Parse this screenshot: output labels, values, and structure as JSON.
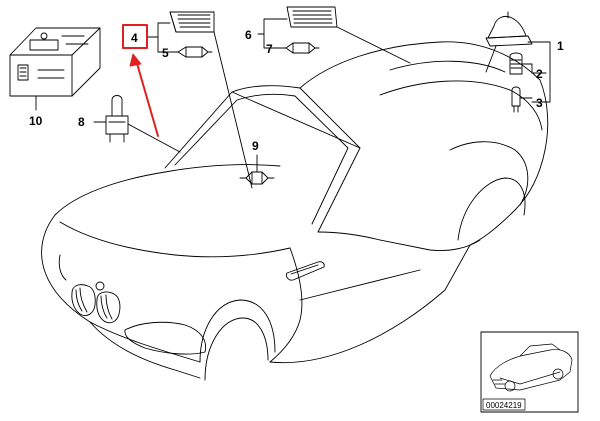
{
  "callouts": {
    "p1": "1",
    "p2": "2",
    "p3": "3",
    "p4": "4",
    "p5": "5",
    "p6": "6",
    "p7": "7",
    "p8": "8",
    "p9": "9",
    "p10": "10"
  },
  "highlight": {
    "part": "4",
    "box_color": "#e02020",
    "arrow_color": "#e02020"
  },
  "diagram_ref": "00024219",
  "icons": [
    "convertible-car",
    "glove-box-light",
    "festoon-bulb",
    "wedge-bulb",
    "side-marker-light",
    "trunk-light-unit",
    "highlight-arrow"
  ]
}
